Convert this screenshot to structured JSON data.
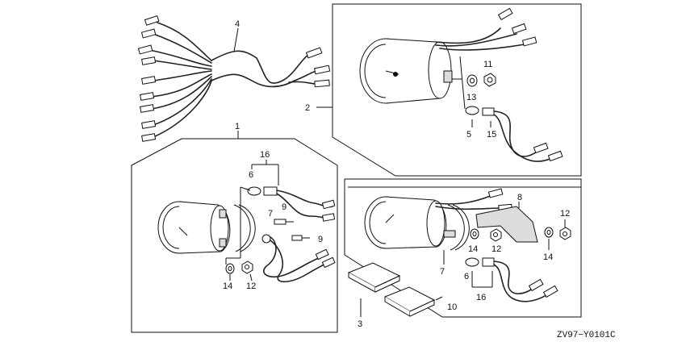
{
  "diagram": {
    "code": "ZV97−Y0101C",
    "callouts": {
      "c1": "1",
      "c2": "2",
      "c3": "3",
      "c4": "4",
      "g1_6": "6",
      "g1_16": "16",
      "g1_7": "7",
      "g1_9a": "9",
      "g1_9b": "9",
      "g1_14": "14",
      "g1_12": "12",
      "g2_11": "11",
      "g2_13": "13",
      "g2_5": "5",
      "g2_15": "15",
      "g3_8": "8",
      "g3_12": "12",
      "g3_14a": "14",
      "g3_12b": "12",
      "g3_14b": "14",
      "g3_7": "7",
      "g3_6": "6",
      "g3_16": "16",
      "g3_10": "10"
    }
  }
}
